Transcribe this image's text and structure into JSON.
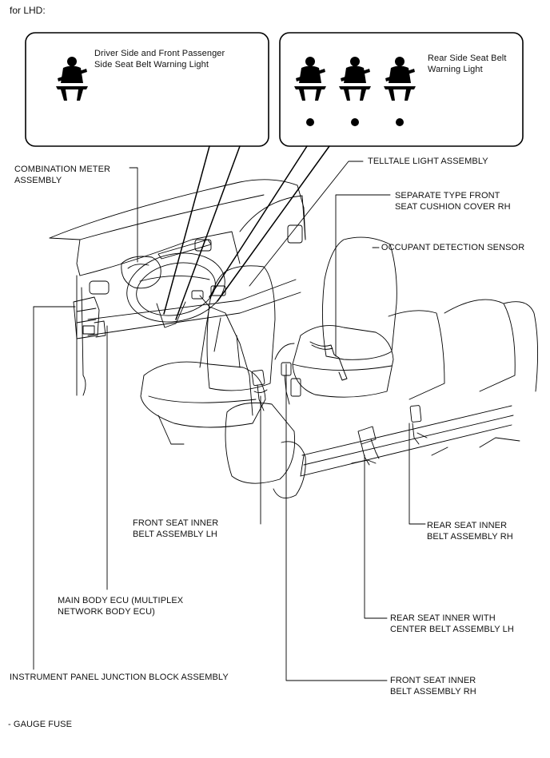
{
  "header": {
    "label": "for LHD:"
  },
  "callouts": {
    "driver_front": {
      "line1": "Driver Side and Front Passenger",
      "line2": "Side Seat Belt Warning Light"
    },
    "rear": {
      "line1": "Rear Side Seat Belt",
      "line2": "Warning Light"
    }
  },
  "labels": {
    "combination_meter": {
      "line1": "COMBINATION METER",
      "line2": "ASSEMBLY"
    },
    "telltale_light": "TELLTALE LIGHT ASSEMBLY",
    "seat_cushion_cover": {
      "line1": "SEPARATE TYPE FRONT",
      "line2": "SEAT CUSHION COVER RH"
    },
    "occupant_sensor": "- OCCUPANT DETECTION SENSOR",
    "front_inner_lh": {
      "line1": "FRONT SEAT INNER",
      "line2": "BELT ASSEMBLY LH"
    },
    "rear_inner_rh": {
      "line1": "REAR SEAT INNER",
      "line2": "BELT ASSEMBLY RH"
    },
    "main_body_ecu": {
      "line1": "MAIN BODY ECU (MULTIPLEX",
      "line2": "NETWORK BODY ECU)"
    },
    "rear_inner_center": {
      "line1": "REAR SEAT INNER WITH",
      "line2": "CENTER BELT ASSEMBLY LH"
    },
    "ip_junction_block": "INSTRUMENT PANEL JUNCTION BLOCK ASSEMBLY",
    "front_inner_rh": {
      "line1": "FRONT SEAT INNER",
      "line2": "BELT ASSEMBLY RH"
    },
    "gauge_fuse": "- GAUGE FUSE"
  },
  "icons": [
    "seatbelt-warning-icon",
    "seatbelt-warning-icon",
    "seatbelt-warning-icon",
    "seatbelt-warning-icon"
  ]
}
